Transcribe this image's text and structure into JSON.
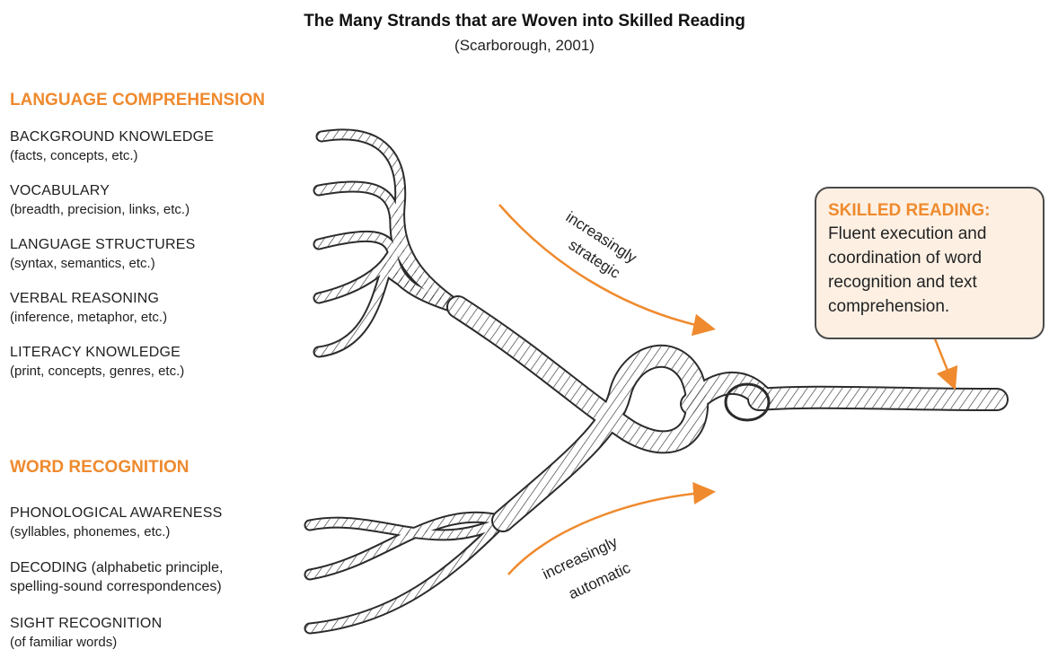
{
  "title": "The Many Strands that are Woven into Skilled Reading",
  "subtitle": "(Scarborough, 2001)",
  "language_comprehension": {
    "heading": "LANGUAGE COMPREHENSION",
    "strands": [
      {
        "name": "BACKGROUND KNOWLEDGE",
        "detail": "(facts, concepts, etc.)"
      },
      {
        "name": "VOCABULARY",
        "detail": "(breadth, precision, links, etc.)"
      },
      {
        "name": "LANGUAGE STRUCTURES",
        "detail": "(syntax, semantics, etc.)"
      },
      {
        "name": "VERBAL REASONING",
        "detail": "(inference, metaphor, etc.)"
      },
      {
        "name": "LITERACY KNOWLEDGE",
        "detail": "(print, concepts, genres, etc.)"
      }
    ]
  },
  "word_recognition": {
    "heading": "WORD RECOGNITION",
    "strands": [
      {
        "name": "PHONOLOGICAL AWARENESS",
        "detail": "(syllables, phonemes, etc.)"
      },
      {
        "name": "DECODING (alphabetic principle,",
        "detail": "spelling-sound correspondences)"
      },
      {
        "name": "SIGHT RECOGNITION",
        "detail": "(of familiar words)"
      }
    ]
  },
  "arrows": {
    "top": {
      "line1": "increasingly",
      "line2": "strategic"
    },
    "bottom": {
      "line1": "increasingly",
      "line2": "automatic"
    }
  },
  "skilled_reading": {
    "title": "SKILLED READING:",
    "description_lines": [
      "Fluent execution and",
      "coordination of word",
      "recognition and text",
      "comprehension."
    ]
  },
  "colors": {
    "accent": "#ef8a2e",
    "box_fill": "#fdf0e3",
    "rope": "#2b2b2b"
  }
}
